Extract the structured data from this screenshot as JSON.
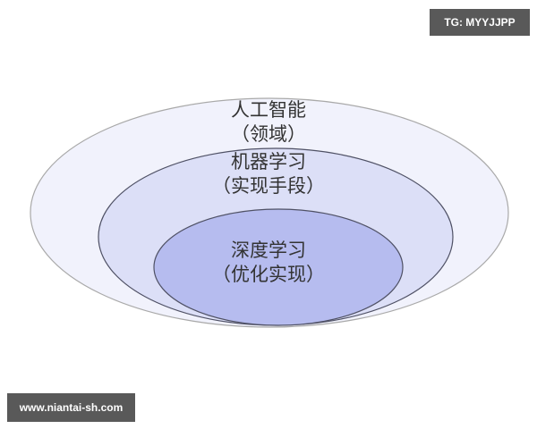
{
  "watermarks": {
    "top_right": "TG: MYYJJPP",
    "bottom_left": "www.niantai-sh.com"
  },
  "diagram": {
    "type": "nested-ellipses",
    "layers": [
      {
        "title": "人工智能",
        "subtitle": "（领域）",
        "fill": "#f1f2fc",
        "stroke": "#a9a9a9"
      },
      {
        "title": "机器学习",
        "subtitle": "（实现手段）",
        "fill": "#dcdff7",
        "stroke": "#4f5165"
      },
      {
        "title": "深度学习",
        "subtitle": "（优化实现）",
        "fill": "#b6bcef",
        "stroke": "#4f5165"
      }
    ]
  }
}
